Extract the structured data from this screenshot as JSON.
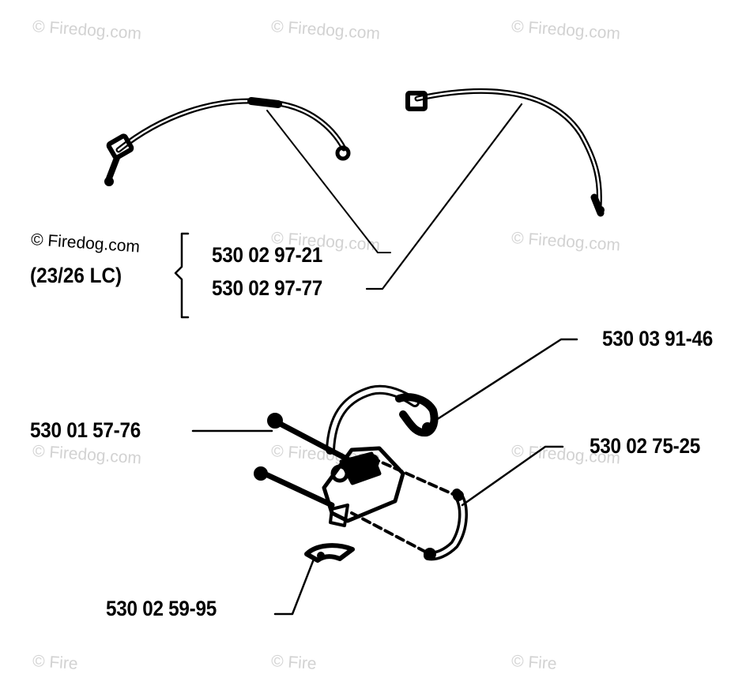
{
  "watermark": "© Firedog.com",
  "watermark_partial": "© Fire",
  "model_note": "(23/26 LC)",
  "parts": {
    "wire_a": "530 02 97-21",
    "wire_b": "530 02 97-77",
    "spark_cap": "530 03 91-46",
    "screw": "530 01 57-76",
    "shoe": "530 02 75-25",
    "plate": "530 02 59-95"
  }
}
